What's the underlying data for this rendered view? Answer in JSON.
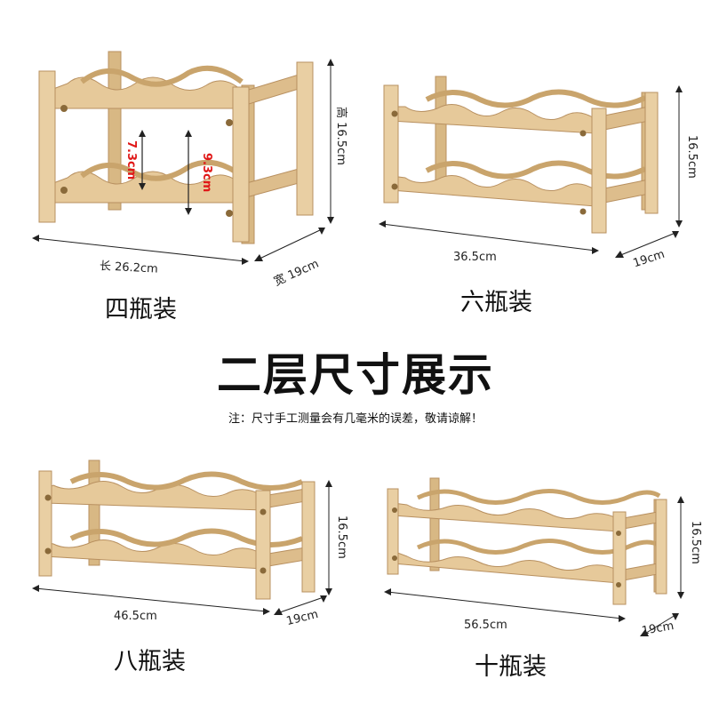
{
  "title": "二层尺寸展示",
  "note": "注：尺寸手工测量会有几毫米的误差，敬请谅解！",
  "colors": {
    "wood": "#e6c99a",
    "wood_dark": "#c9a46c",
    "wood_light": "#f2dfbd",
    "accent_red": "#e01818"
  },
  "products": [
    {
      "caption": "四瓶装",
      "length": "长 26.2cm",
      "width": "宽 19cm",
      "height": "高 16.5cm",
      "inner_a": "7.3cm",
      "inner_b": "9.3cm"
    },
    {
      "caption": "六瓶装",
      "length": "36.5cm",
      "width": "19cm",
      "height": "16.5cm"
    },
    {
      "caption": "八瓶装",
      "length": "46.5cm",
      "width": "19cm",
      "height": "16.5cm"
    },
    {
      "caption": "十瓶装",
      "length": "56.5cm",
      "width": "19cm",
      "height": "16.5cm"
    }
  ]
}
